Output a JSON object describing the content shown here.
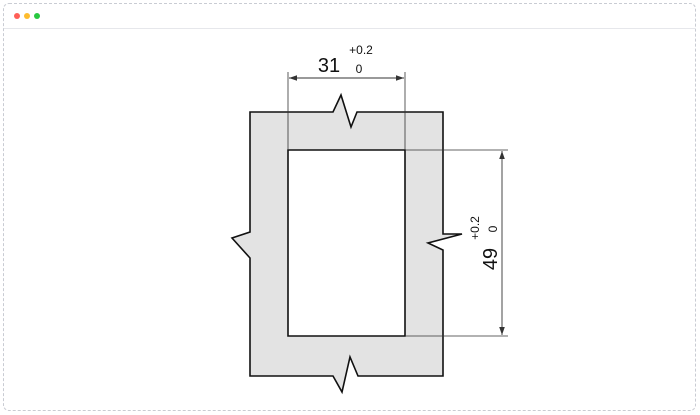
{
  "window": {
    "controls": [
      "close",
      "minimize",
      "maximize"
    ],
    "control_colors": {
      "close": "#ff5f57",
      "minimize": "#febc2e",
      "maximize": "#28c840"
    }
  },
  "drawing": {
    "colors": {
      "wall": "#e3e3e3",
      "line": "#111111",
      "dimension": "#333333"
    },
    "width_dimension": {
      "nominal": "31",
      "upper_tolerance": "+0.2",
      "lower_tolerance": "0"
    },
    "height_dimension": {
      "nominal": "49",
      "upper_tolerance": "+0.2",
      "lower_tolerance": "0"
    }
  }
}
